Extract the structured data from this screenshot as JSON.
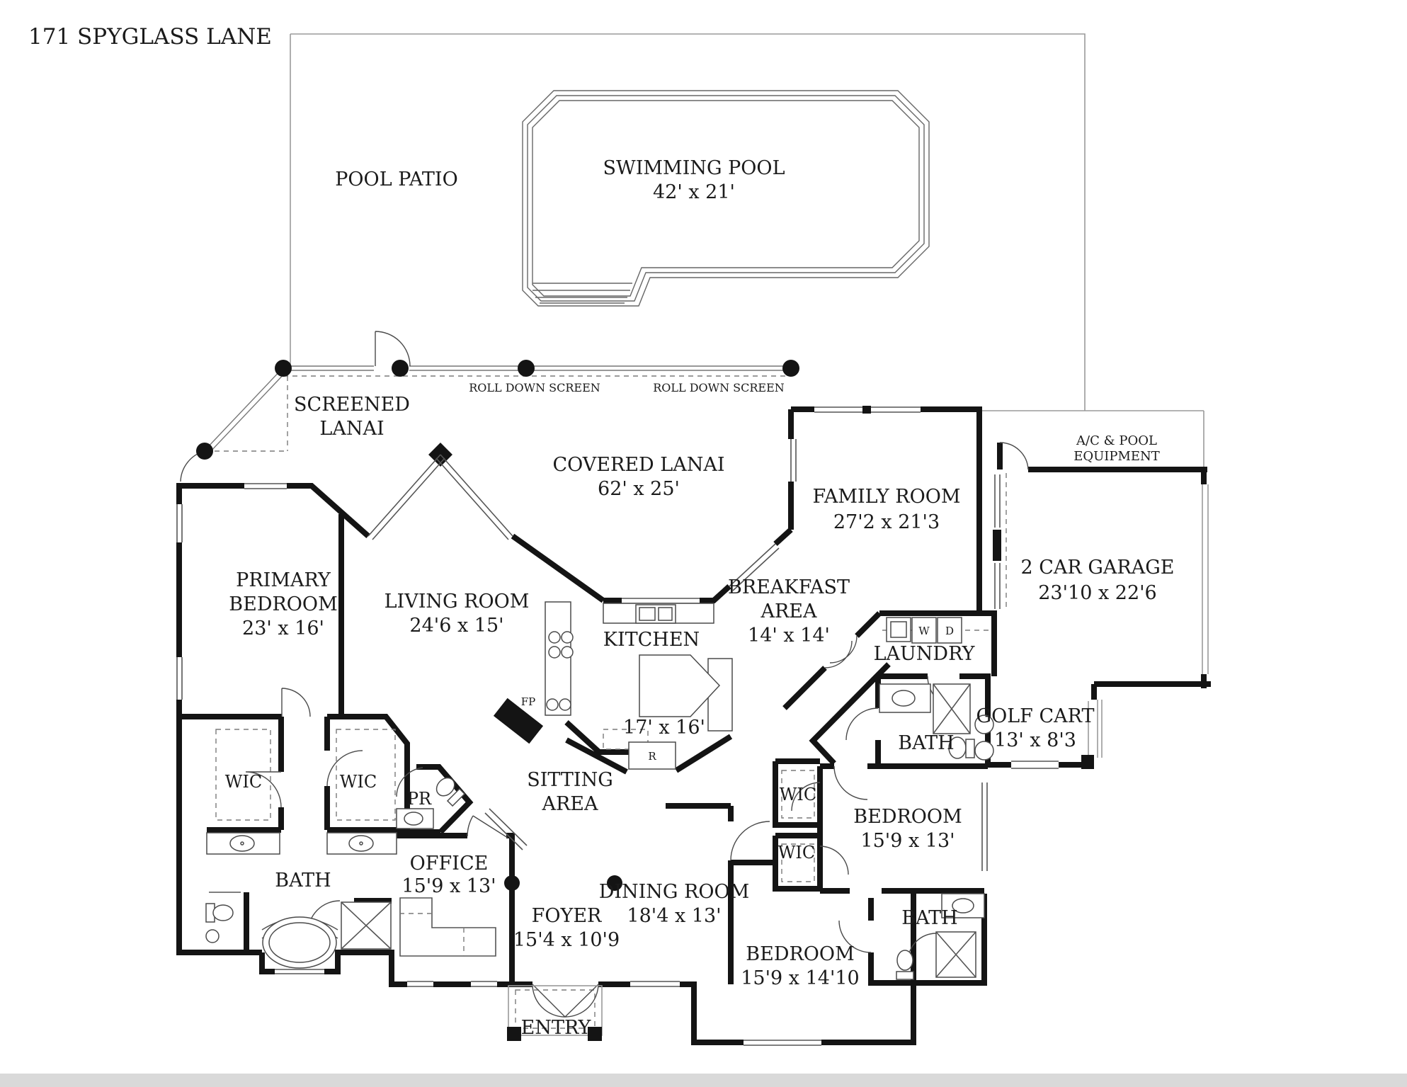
{
  "title": "171 SPYGLASS LANE",
  "labels": {
    "pool_patio": "POOL PATIO",
    "swimming_pool": "SWIMMING POOL",
    "swimming_pool_dims": "42' x 21'",
    "screened_lanai_1": "SCREENED",
    "screened_lanai_2": "LANAI",
    "roll_down_screen_1": "ROLL DOWN SCREEN",
    "roll_down_screen_2": "ROLL DOWN SCREEN",
    "covered_lanai": "COVERED LANAI",
    "covered_lanai_dims": "62' x 25'",
    "family_room": "FAMILY ROOM",
    "family_room_dims": "27'2 x 21'3",
    "ac_pool_1": "A/C & POOL",
    "ac_pool_2": "EQUIPMENT",
    "garage": "2 CAR GARAGE",
    "garage_dims": "23'10 x 22'6",
    "primary_1": "PRIMARY",
    "primary_2": "BEDROOM",
    "primary_dims": "23' x 16'",
    "living": "LIVING ROOM",
    "living_dims": "24'6 x 15'",
    "kitchen": "KITCHEN",
    "kitchen_dims": "17' x 16'",
    "breakfast_1": "BREAKFAST",
    "breakfast_2": "AREA",
    "breakfast_dims": "14' x 14'",
    "laundry": "LAUNDRY",
    "golf_cart": "GOLF CART",
    "golf_cart_dims": "13' x 8'3",
    "bath_pool": "BATH",
    "wic_primary_left": "WIC",
    "wic_primary_right": "WIC",
    "pr": "PR",
    "bath_primary": "BATH",
    "office": "OFFICE",
    "office_dims": "15'9 x 13'",
    "sitting_1": "SITTING",
    "sitting_2": "AREA",
    "foyer": "FOYER",
    "foyer_dims": "15'4 x 10'9",
    "dining": "DINING ROOM",
    "dining_dims": "18'4 x 13'",
    "entry": "ENTRY",
    "bedroom2": "BEDROOM",
    "bedroom2_dims": "15'9 x 14'10",
    "wic_a": "WIC",
    "wic_b": "WIC",
    "bedroom3": "BEDROOM",
    "bedroom3_dims": "15'9 x 13'",
    "bath2": "BATH",
    "washer": "W",
    "dryer": "D",
    "fridge": "R",
    "fireplace": "FP"
  }
}
